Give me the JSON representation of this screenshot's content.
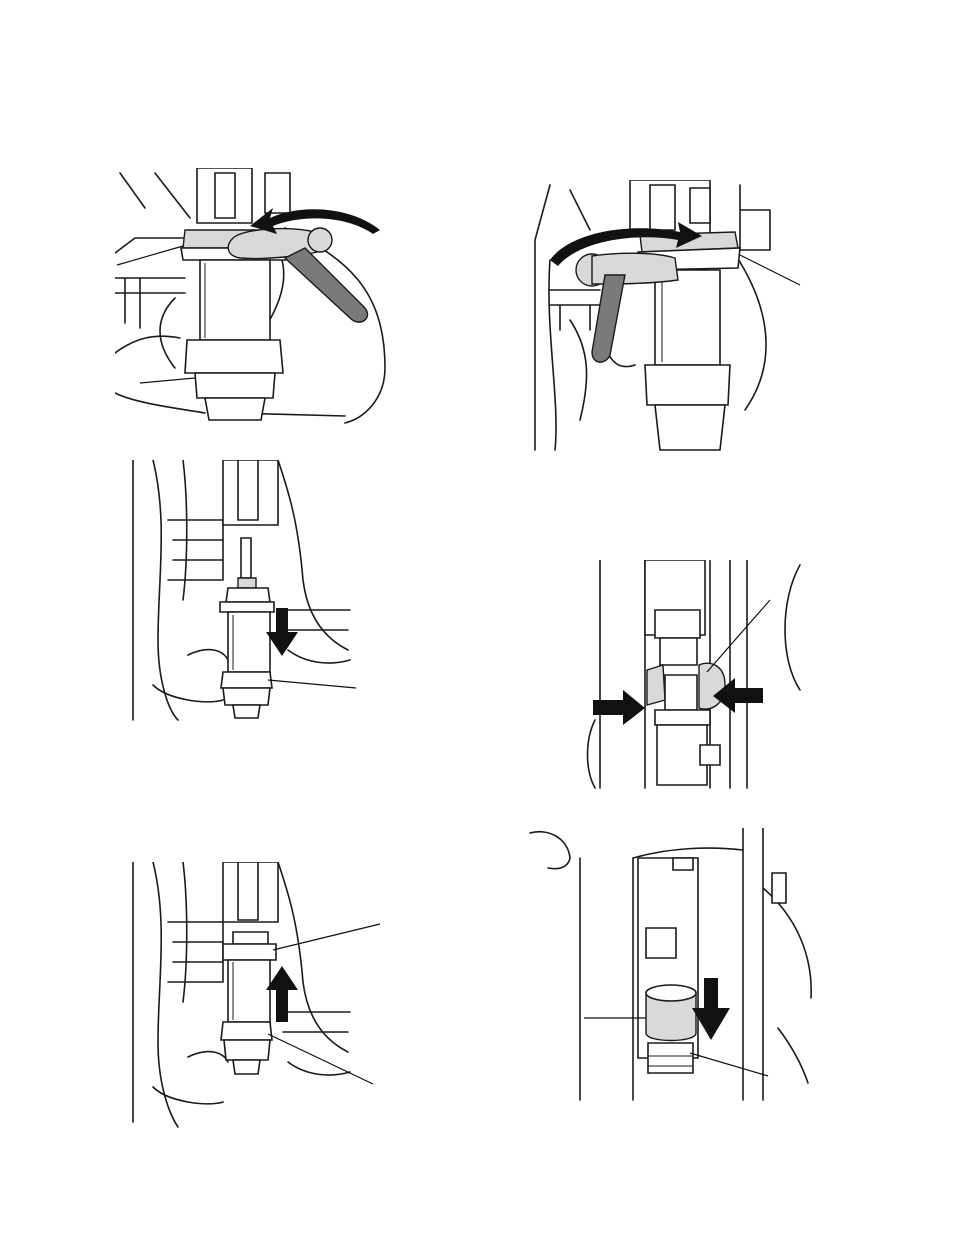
{
  "figures": [
    {
      "id": "fig-loosen-jam-nut",
      "arrow": "counterclockwise-arrow",
      "tool": "spanner-wrench"
    },
    {
      "id": "fig-tighten-jam-nut",
      "arrow": "clockwise-arrow",
      "tool": "spanner-wrench"
    },
    {
      "id": "fig-remove-lower",
      "arrow": "down-arrow"
    },
    {
      "id": "fig-press-collar",
      "arrow": "inward-arrows"
    },
    {
      "id": "fig-install-lower",
      "arrow": "up-arrow"
    },
    {
      "id": "fig-slide-collar",
      "arrow": "down-arrow"
    }
  ],
  "colors": {
    "line": "#1a1a1a",
    "fill_light": "#d9d9d9",
    "fill_dark": "#7a7a7a",
    "arrow": "#111111"
  }
}
